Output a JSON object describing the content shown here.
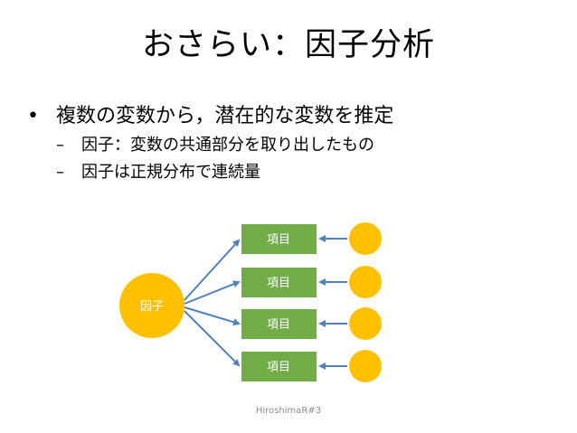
{
  "slide": {
    "title": "おさらい：因子分析",
    "bullets": [
      {
        "mark": "•",
        "text": "複数の変数から，潜在的な変数を推定",
        "sub": [
          {
            "mark": "–",
            "text": "因子：変数の共通部分を取り出したもの"
          },
          {
            "mark": "–",
            "text": "因子は正規分布で連続量"
          }
        ]
      }
    ],
    "footer": "HiroshimaR#3"
  },
  "diagram": {
    "factor_label": "因子",
    "item_labels": [
      "項目",
      "項目",
      "項目",
      "項目"
    ],
    "colors": {
      "node_fill": "#FFC000",
      "item_fill": "#70AD47",
      "item_text": "#ffffff",
      "arrow": "#4F81BD",
      "factor_text": "#ffffff"
    }
  }
}
